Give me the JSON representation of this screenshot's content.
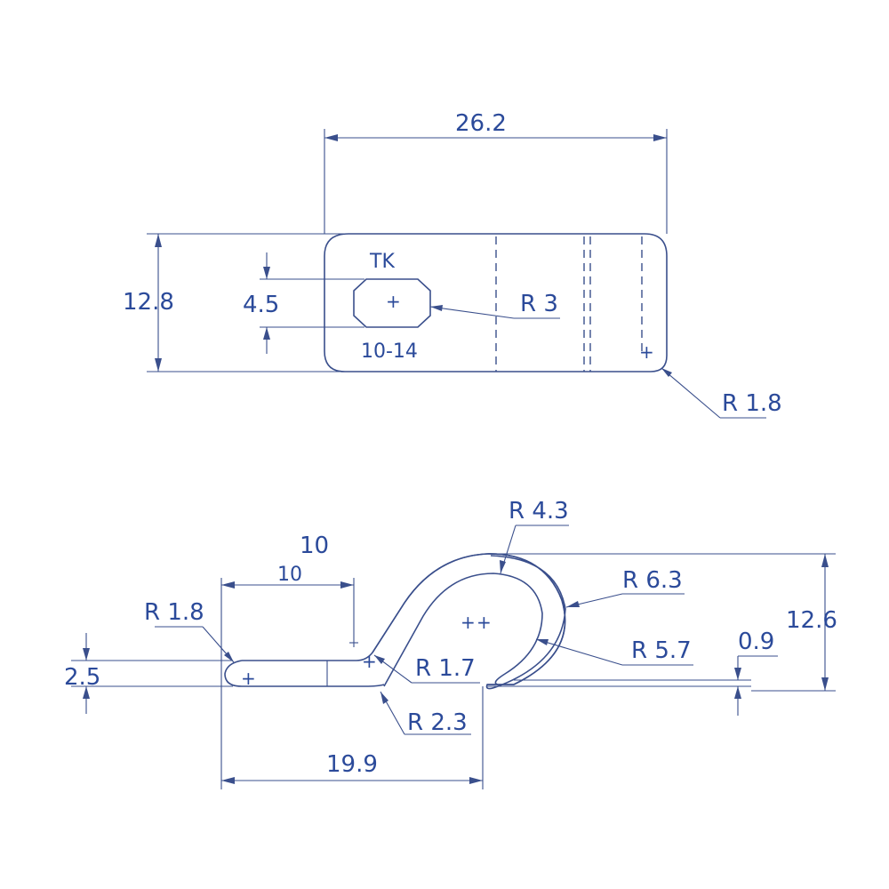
{
  "top_view": {
    "width_dim": "26.2",
    "height_dim": "12.8",
    "slot_dim": "4.5",
    "marking_top": "TK",
    "marking_bottom": "10-14",
    "slot_radius": "R 3",
    "corner_radius": "R 1.8"
  },
  "side_view": {
    "flat_length_large": "10",
    "flat_length_small": "10",
    "tip_radius": "R 1.8",
    "thickness_dim": "2.5",
    "loop_inner_radius": "R 4.3",
    "loop_outer_radius": "R 6.3",
    "loop_mid_radius": "R 5.7",
    "bend_inner_radius": "R 1.7",
    "bend_outer_radius": "R 2.3",
    "gap_dim": "0.9",
    "height_dim": "12.6",
    "base_length_dim": "19.9"
  }
}
